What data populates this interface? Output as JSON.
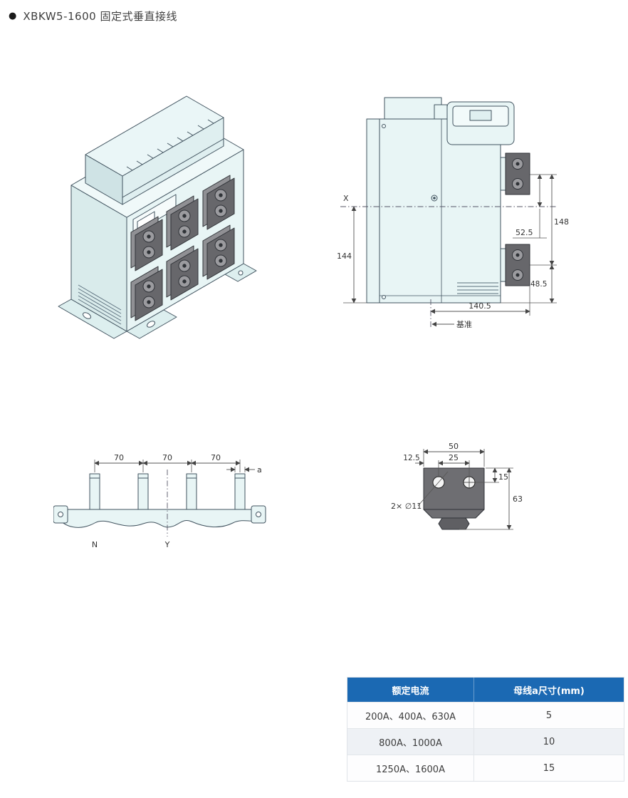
{
  "header": {
    "bullet": "●",
    "title": "XBKW5-1600 固定式垂直接线"
  },
  "side_view": {
    "axis_label": "X",
    "dims": {
      "d144": "144",
      "d52_5": "52.5",
      "d148": "148",
      "d48_5": "48.5",
      "d140_5": "140.5"
    },
    "datum_label": "基准"
  },
  "front_view": {
    "dims": {
      "pitch1": "70",
      "pitch2": "70",
      "pitch3": "70",
      "bus_width": "a"
    },
    "labels": {
      "neutral": "N",
      "center": "Y"
    }
  },
  "terminal_detail": {
    "dims": {
      "width": "50",
      "hole_pitch": "25",
      "hole_offset": "12.5",
      "hole_top": "15",
      "height": "63"
    },
    "hole_note": "2× ∅11"
  },
  "table": {
    "headers": [
      "额定电流",
      "母线a尺寸(mm)"
    ],
    "rows": [
      {
        "current": "200A、400A、630A",
        "bus_size": "5"
      },
      {
        "current": "800A、1000A",
        "bus_size": "10"
      },
      {
        "current": "1250A、1600A",
        "bus_size": "15"
      }
    ]
  },
  "colors": {
    "table_header_bg": "#1b69b3",
    "drawing_fill": "#e8f5f5",
    "terminal_fill": "#67676b"
  }
}
